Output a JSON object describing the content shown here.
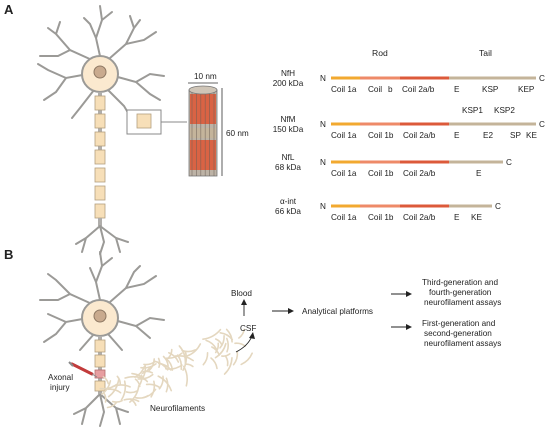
{
  "panels": {
    "a": "A",
    "b": "B"
  },
  "panel_a": {
    "scale_width": "10 nm",
    "scale_height": "60 nm",
    "header_rod": "Rod",
    "header_tail": "Tail",
    "proteins": [
      {
        "name": "NfH",
        "mass": "200 kDa",
        "coils": [
          "Coil 1a",
          "Coil",
          "b",
          "Coil 2a/b"
        ],
        "tail_labels": [
          "E",
          "KSP",
          "KEP"
        ],
        "above_labels": []
      },
      {
        "name": "NfM",
        "mass": "150 kDa",
        "coils": [
          "Coil 1a",
          "Coil 1b",
          "Coil 2a/b"
        ],
        "tail_labels": [
          "E",
          "E2",
          "SP",
          "KE"
        ],
        "above_labels": [
          "KSP1",
          "KSP2"
        ]
      },
      {
        "name": "NfL",
        "mass": "68 kDa",
        "coils": [
          "Coil 1a",
          "Coil 1b",
          "Coil 2a/b"
        ],
        "tail_labels": [
          "E"
        ],
        "above_labels": []
      },
      {
        "name": "α-int",
        "mass": "66 kDa",
        "coils": [
          "Coil 1a",
          "Coil 1b",
          "Coil 2a/b"
        ],
        "tail_labels": [
          "E",
          "KE"
        ],
        "above_labels": []
      }
    ],
    "terminal_n": "N",
    "terminal_c": "C"
  },
  "panel_b": {
    "axonal_injury": [
      "Axonal",
      "injury"
    ],
    "neurofilaments": "Neurofilaments",
    "blood": "Blood",
    "csf": "CSF",
    "analytical_platforms": "Analytical platforms",
    "assay_new": [
      "Third-generation and",
      "fourth-generation",
      "neurofilament assays"
    ],
    "assay_old": [
      "First-generation and",
      "second-generation",
      "neurofilament assays"
    ]
  },
  "colors": {
    "coil1a": "#f2a930",
    "coil1b": "#ee8a68",
    "coil2": "#dc5a3a",
    "tail": "#c4b49a",
    "dendrite": "#9b9a97",
    "soma": "#fbe9cf",
    "nucleus": "#c9aa8e",
    "myelin": "#f7dfb8"
  }
}
